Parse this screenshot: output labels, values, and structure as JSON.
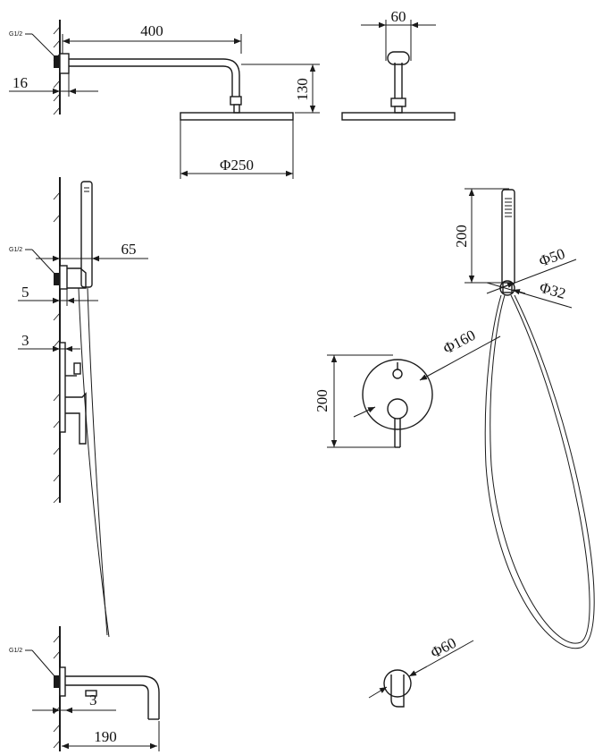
{
  "dimensions": {
    "arm_length": "400",
    "wall_gap_top": "16",
    "arm_drop": "130",
    "head_width": "60",
    "head_diameter": "Φ250",
    "holder_depth": "65",
    "holder_gap": "5",
    "valve_gap": "3",
    "handset_length": "200",
    "handset_diameter": "Φ50",
    "hose_connector": "Φ32",
    "plate_diameter": "Φ160",
    "plate_height": "200",
    "spout_gap": "3",
    "spout_length": "190",
    "spout_flange": "Φ60"
  },
  "labels": {
    "thread_top": "G1/2",
    "thread_mid": "G1/2",
    "thread_bottom": "G1/2"
  },
  "colors": {
    "line": "#1a1a1a",
    "background": "#ffffff"
  }
}
